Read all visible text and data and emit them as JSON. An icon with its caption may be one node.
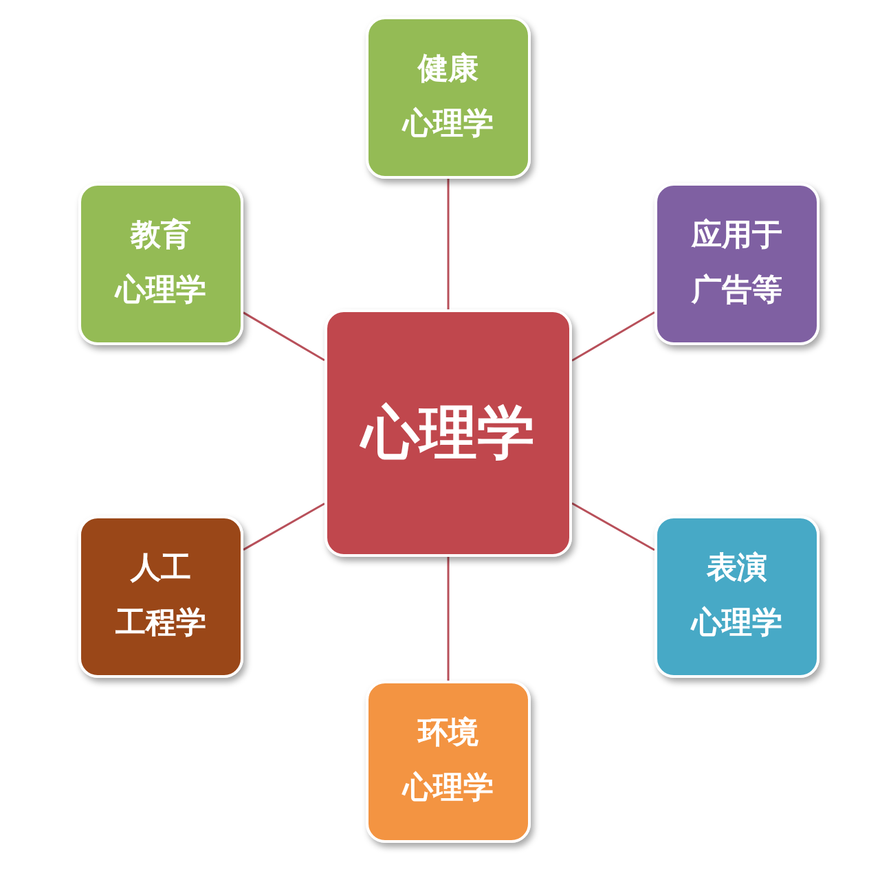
{
  "diagram": {
    "nodes": [
      {
        "text": [
          "健康",
          "心理学"
        ]
      },
      {
        "text": [
          "教育",
          "心理学"
        ]
      },
      {
        "text": [
          "应用于",
          "广告等"
        ]
      },
      {
        "text": [
          "心理学"
        ]
      },
      {
        "text": [
          "人工",
          "工程学"
        ]
      },
      {
        "text": [
          "表演",
          "心理学"
        ]
      },
      {
        "text": [
          "环境",
          "心理学"
        ]
      }
    ],
    "edges": [
      {
        "from": 3,
        "to": 0,
        "arrow": "none"
      },
      {
        "from": 3,
        "to": 1,
        "arrow": "none"
      },
      {
        "from": 3,
        "to": 2,
        "arrow": "none"
      },
      {
        "from": 3,
        "to": 4,
        "arrow": "none"
      },
      {
        "from": 3,
        "to": 5,
        "arrow": "none"
      },
      {
        "from": 3,
        "to": 6,
        "arrow": "none"
      }
    ]
  }
}
